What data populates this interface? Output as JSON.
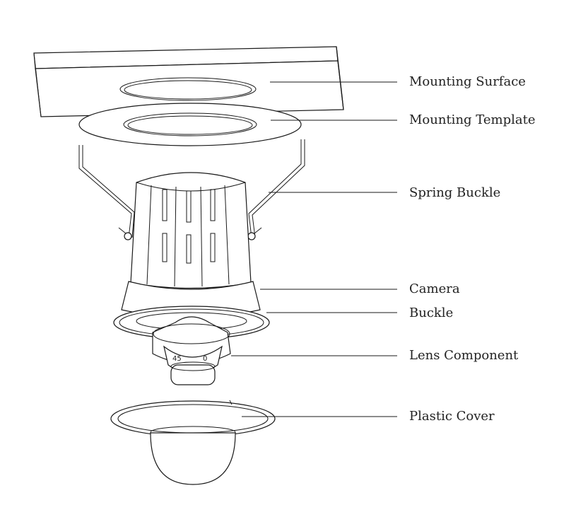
{
  "labels": {
    "mounting_surface": "Mounting Surface",
    "mounting_template": "Mounting Template",
    "spring_buckle": "Spring Buckle",
    "camera": "Camera",
    "buckle": "Buckle",
    "lens_component": "Lens Component",
    "plastic_cover": "Plastic Cover"
  },
  "lens_marks": {
    "left": "45",
    "right": "0"
  },
  "colors": {
    "line": "#1a1a1a",
    "text": "#222222",
    "background": "#ffffff"
  }
}
